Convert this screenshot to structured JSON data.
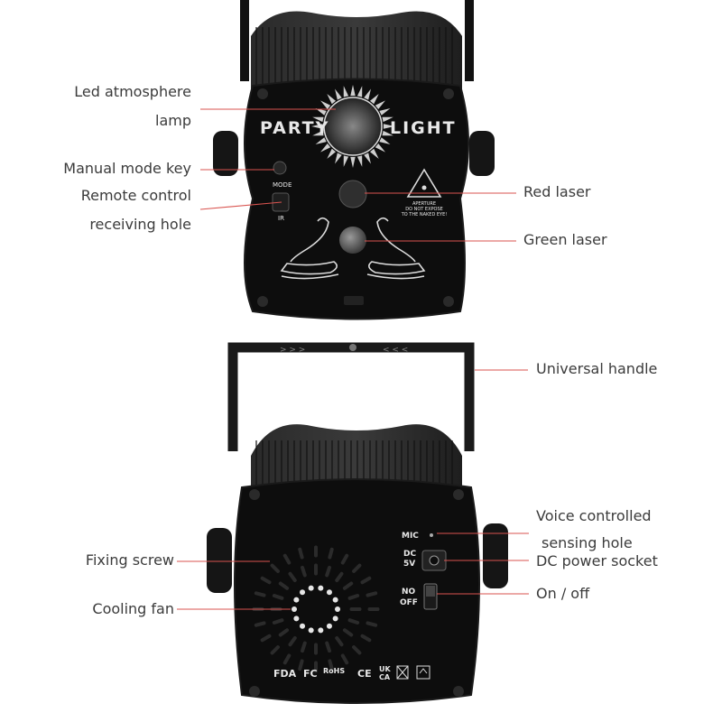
{
  "front_view": {
    "brand_text": [
      "PARTY",
      "LIGHT"
    ],
    "mode_key_label": "MODE",
    "ir_label": "IR",
    "warning_text": [
      "APERTURE",
      "DO NOT EXPOSE",
      "TO THE NAKED EYE!"
    ],
    "callouts": {
      "led_lamp": [
        "Led atmosphere",
        "lamp"
      ],
      "manual_mode_key": "Manual mode key",
      "remote_hole": [
        "Remote control",
        "receiving hole"
      ],
      "red_laser": "Red laser",
      "green_laser": "Green laser"
    }
  },
  "back_view": {
    "mic_label": "MIC",
    "dc_label": [
      "DC",
      "5V"
    ],
    "switch_label": [
      "NO",
      "OFF"
    ],
    "cert_marks": [
      "FDA",
      "FC",
      "RoHS",
      "CE",
      "UK",
      "CA"
    ],
    "callouts": {
      "handle": "Universal handle",
      "voice_hole": [
        "Voice controlled",
        "sensing hole"
      ],
      "dc_socket": "DC power socket",
      "on_off": "On / off",
      "fixing_screw": "Fixing screw",
      "cooling_fan": "Cooling fan"
    }
  },
  "colors": {
    "body": "#1b1b1b",
    "panel": "#0d0d0d",
    "leader_line": "#d9534f",
    "label_text": "#3b3b3b"
  }
}
